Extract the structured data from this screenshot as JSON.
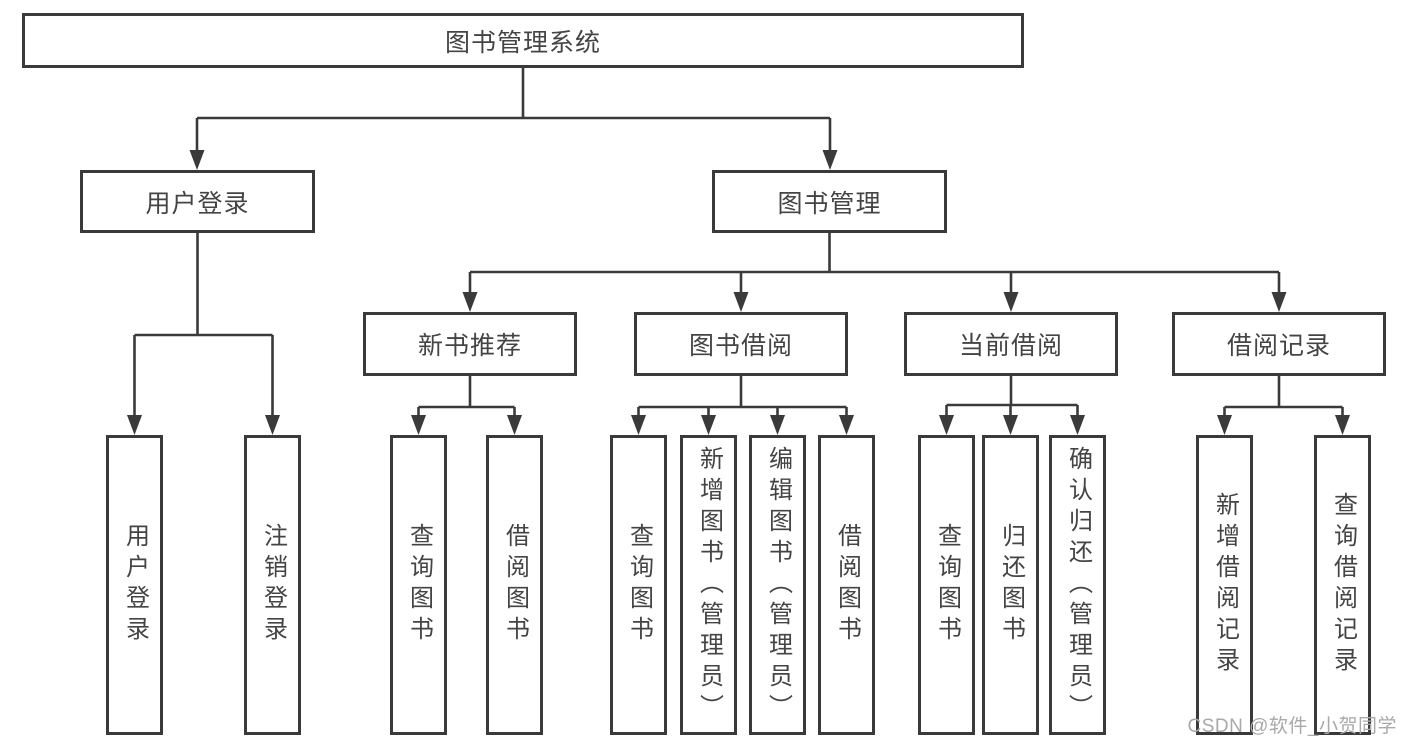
{
  "title": "图书管理系统",
  "tree": {
    "label": "图书管理系统",
    "children": [
      {
        "label": "用户登录",
        "children": [
          {
            "label": "用户登录"
          },
          {
            "label": "注销登录"
          }
        ]
      },
      {
        "label": "图书管理",
        "children": [
          {
            "label": "新书推荐",
            "children": [
              {
                "label": "查询图书"
              },
              {
                "label": "借阅图书"
              }
            ]
          },
          {
            "label": "图书借阅",
            "children": [
              {
                "label": "查询图书"
              },
              {
                "label": "新增图书（管理员）"
              },
              {
                "label": "编辑图书（管理员）"
              },
              {
                "label": "借阅图书"
              }
            ]
          },
          {
            "label": "当前借阅",
            "children": [
              {
                "label": "查询图书"
              },
              {
                "label": "归还图书"
              },
              {
                "label": "确认归还（管理员）"
              }
            ]
          },
          {
            "label": "借阅记录",
            "children": [
              {
                "label": "新增借阅记录"
              },
              {
                "label": "查询借阅记录"
              }
            ]
          }
        ]
      }
    ]
  },
  "watermark": {
    "text": "CSDN @软件_小贺同学"
  },
  "colors": {
    "line": "#3a3a3a",
    "text": "#444444",
    "watermark": "#a9a9a9",
    "background": "#ffffff"
  }
}
